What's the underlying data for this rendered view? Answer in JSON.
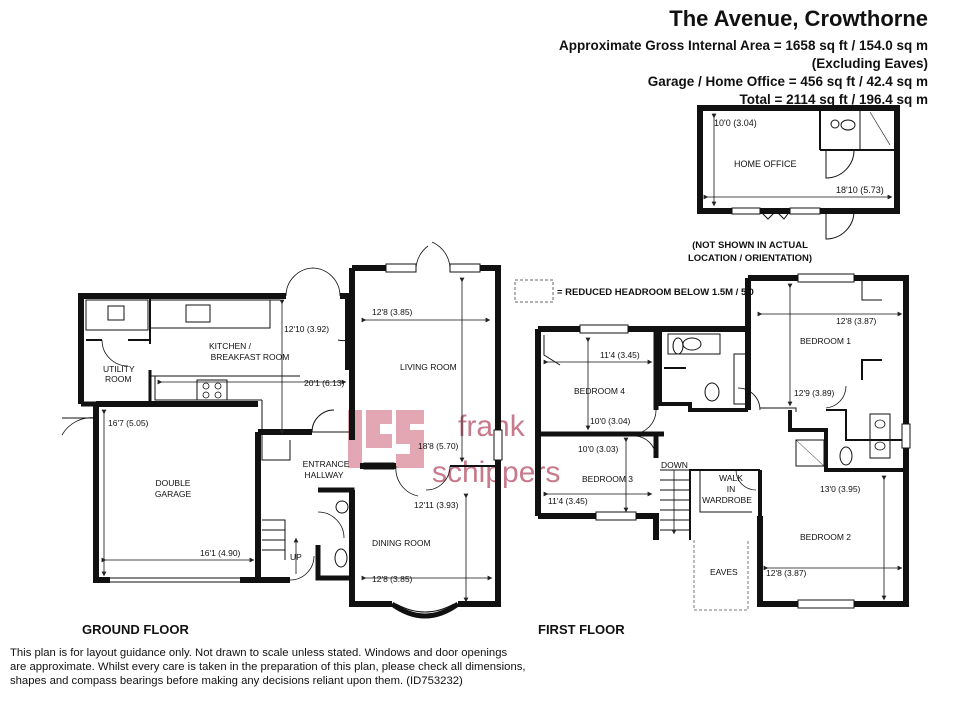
{
  "header": {
    "title": "The Avenue, Crowthorne",
    "area_line": "Approximate Gross Internal Area = 1658 sq ft / 154.0 sq m",
    "eaves_line": "(Excluding Eaves)",
    "garage_line": "Garage / Home Office = 456 sq ft / 42.4 sq m",
    "total_line": "Total = 2114 sq ft / 196.4 sq m"
  },
  "legend": {
    "reduced_headroom": "= REDUCED HEADROOM BELOW 1.5M / 5'0"
  },
  "notes": {
    "not_shown": "(NOT SHOWN IN ACTUAL",
    "location": "LOCATION / ORIENTATION)"
  },
  "home_office": {
    "label": "HOME OFFICE",
    "dim_width": "10'0 (3.04)",
    "dim_length": "18'10 (5.73)"
  },
  "ground_floor": {
    "label": "GROUND FLOOR",
    "kitchen_line1": "KITCHEN /",
    "kitchen_line2": "BREAKFAST ROOM",
    "kitchen_dim_depth": "12'10 (3.92)",
    "kitchen_dim_width": "20'1 (6.13)",
    "utility_line1": "UTILITY",
    "utility_line2": "ROOM",
    "living_label": "LIVING ROOM",
    "living_dim_width": "12'8 (3.85)",
    "living_dim_length": "18'8 (5.70)",
    "garage_line1": "DOUBLE",
    "garage_line2": "GARAGE",
    "garage_dim_depth": "16'7 (5.05)",
    "garage_dim_width": "16'1 (4.90)",
    "hall_line1": "ENTRANCE",
    "hall_line2": "HALLWAY",
    "dining_label": "DINING ROOM",
    "dining_dim_length": "12'11 (3.93)",
    "dining_dim_width": "12'8 (3.85)",
    "up_label": "UP"
  },
  "first_floor": {
    "label": "FIRST FLOOR",
    "bedroom1": "BEDROOM 1",
    "bedroom1_dim_width": "12'8 (3.87)",
    "bedroom1_dim_length": "12'9 (3.89)",
    "bedroom2": "BEDROOM 2",
    "bedroom2_dim_length": "13'0 (3.95)",
    "bedroom2_dim_width": "12'8 (3.87)",
    "bedroom3": "BEDROOM 3",
    "bedroom3_dim_depth": "10'0 (3.03)",
    "bedroom3_dim_width": "11'4 (3.45)",
    "bedroom4": "BEDROOM 4",
    "bedroom4_dim_width": "11'4 (3.45)",
    "bedroom4_dim_depth": "10'0 (3.04)",
    "down_label": "DOWN",
    "walkin_line1": "WALK",
    "walkin_line2": "IN",
    "walkin_line3": "WARDROBE",
    "eaves_label": "EAVES"
  },
  "watermark": {
    "line1": "frank",
    "line2": "schippers",
    "color": "#c0405a"
  },
  "disclaimer": {
    "line1": "This plan is for layout guidance only. Not drawn to scale unless stated. Windows and door openings",
    "line2": "are approximate. Whilst every care is taken in the preparation of this plan, please check all dimensions,",
    "line3": "shapes and compass bearings before making any decisions reliant upon them. (ID753232)"
  }
}
